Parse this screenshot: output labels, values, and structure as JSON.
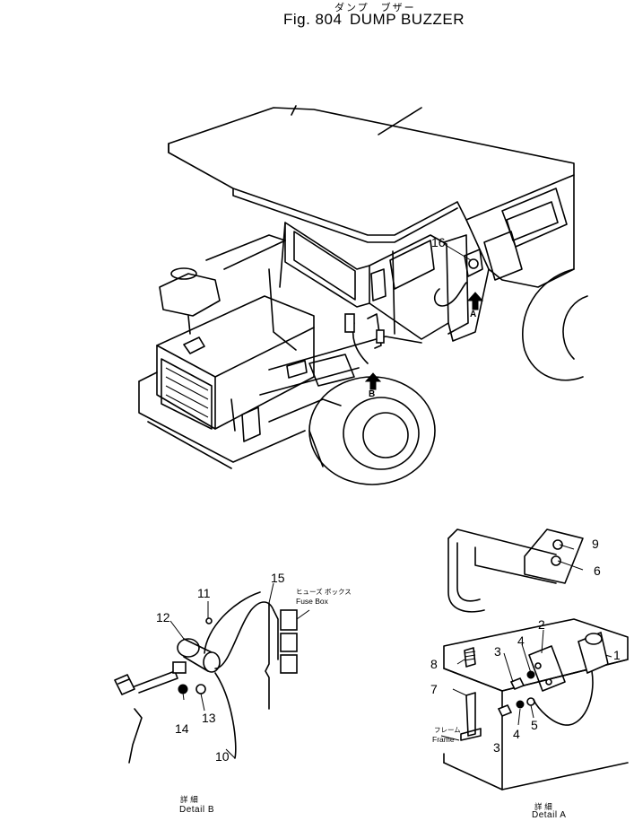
{
  "header": {
    "title_jp": "ダンプ　ブザー",
    "fig_label": "Fig. 804",
    "title_en": "DUMP BUZZER"
  },
  "arrows": {
    "a_label": "A",
    "b_label": "B"
  },
  "detail_b": {
    "label_jp": "詳 細",
    "label_en": "Detail B",
    "fuse_box_jp": "ヒューズ ボックス",
    "fuse_box_en": "Fuse Box",
    "callouts": [
      "10",
      "11",
      "12",
      "13",
      "14",
      "15"
    ]
  },
  "detail_a": {
    "label_jp": "詳 細",
    "label_en": "Detail A",
    "frame_jp": "フレーム",
    "frame_en": "Frame",
    "callouts": [
      "1",
      "2",
      "3",
      "3",
      "4",
      "4",
      "5",
      "6",
      "7",
      "8",
      "9"
    ]
  },
  "main_callouts": [
    "16"
  ]
}
